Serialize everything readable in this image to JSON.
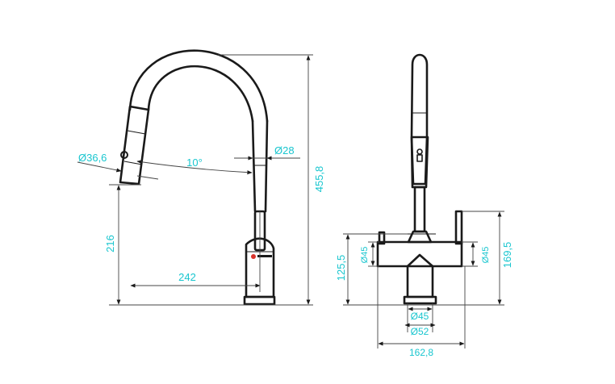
{
  "colors": {
    "outline": "#1a1a1a",
    "dimension_line": "#444444",
    "dimension_text": "#19c6cf",
    "background": "#ffffff"
  },
  "side_view": {
    "spray_head_diameter": "Ø36,6",
    "spout_tube_diameter": "Ø28",
    "spray_angle": "10°",
    "total_height": "455,8",
    "spray_outlet_height": "216",
    "spout_reach": "242"
  },
  "front_view": {
    "body_diameter_left": "Ø45",
    "body_diameter_right": "Ø45",
    "body_height": "125,5",
    "lever_height": "169,5",
    "base_diameter": "Ø45",
    "flange_diameter": "Ø52",
    "total_width": "162,8"
  },
  "logo_icon": "brand-logo-icon"
}
